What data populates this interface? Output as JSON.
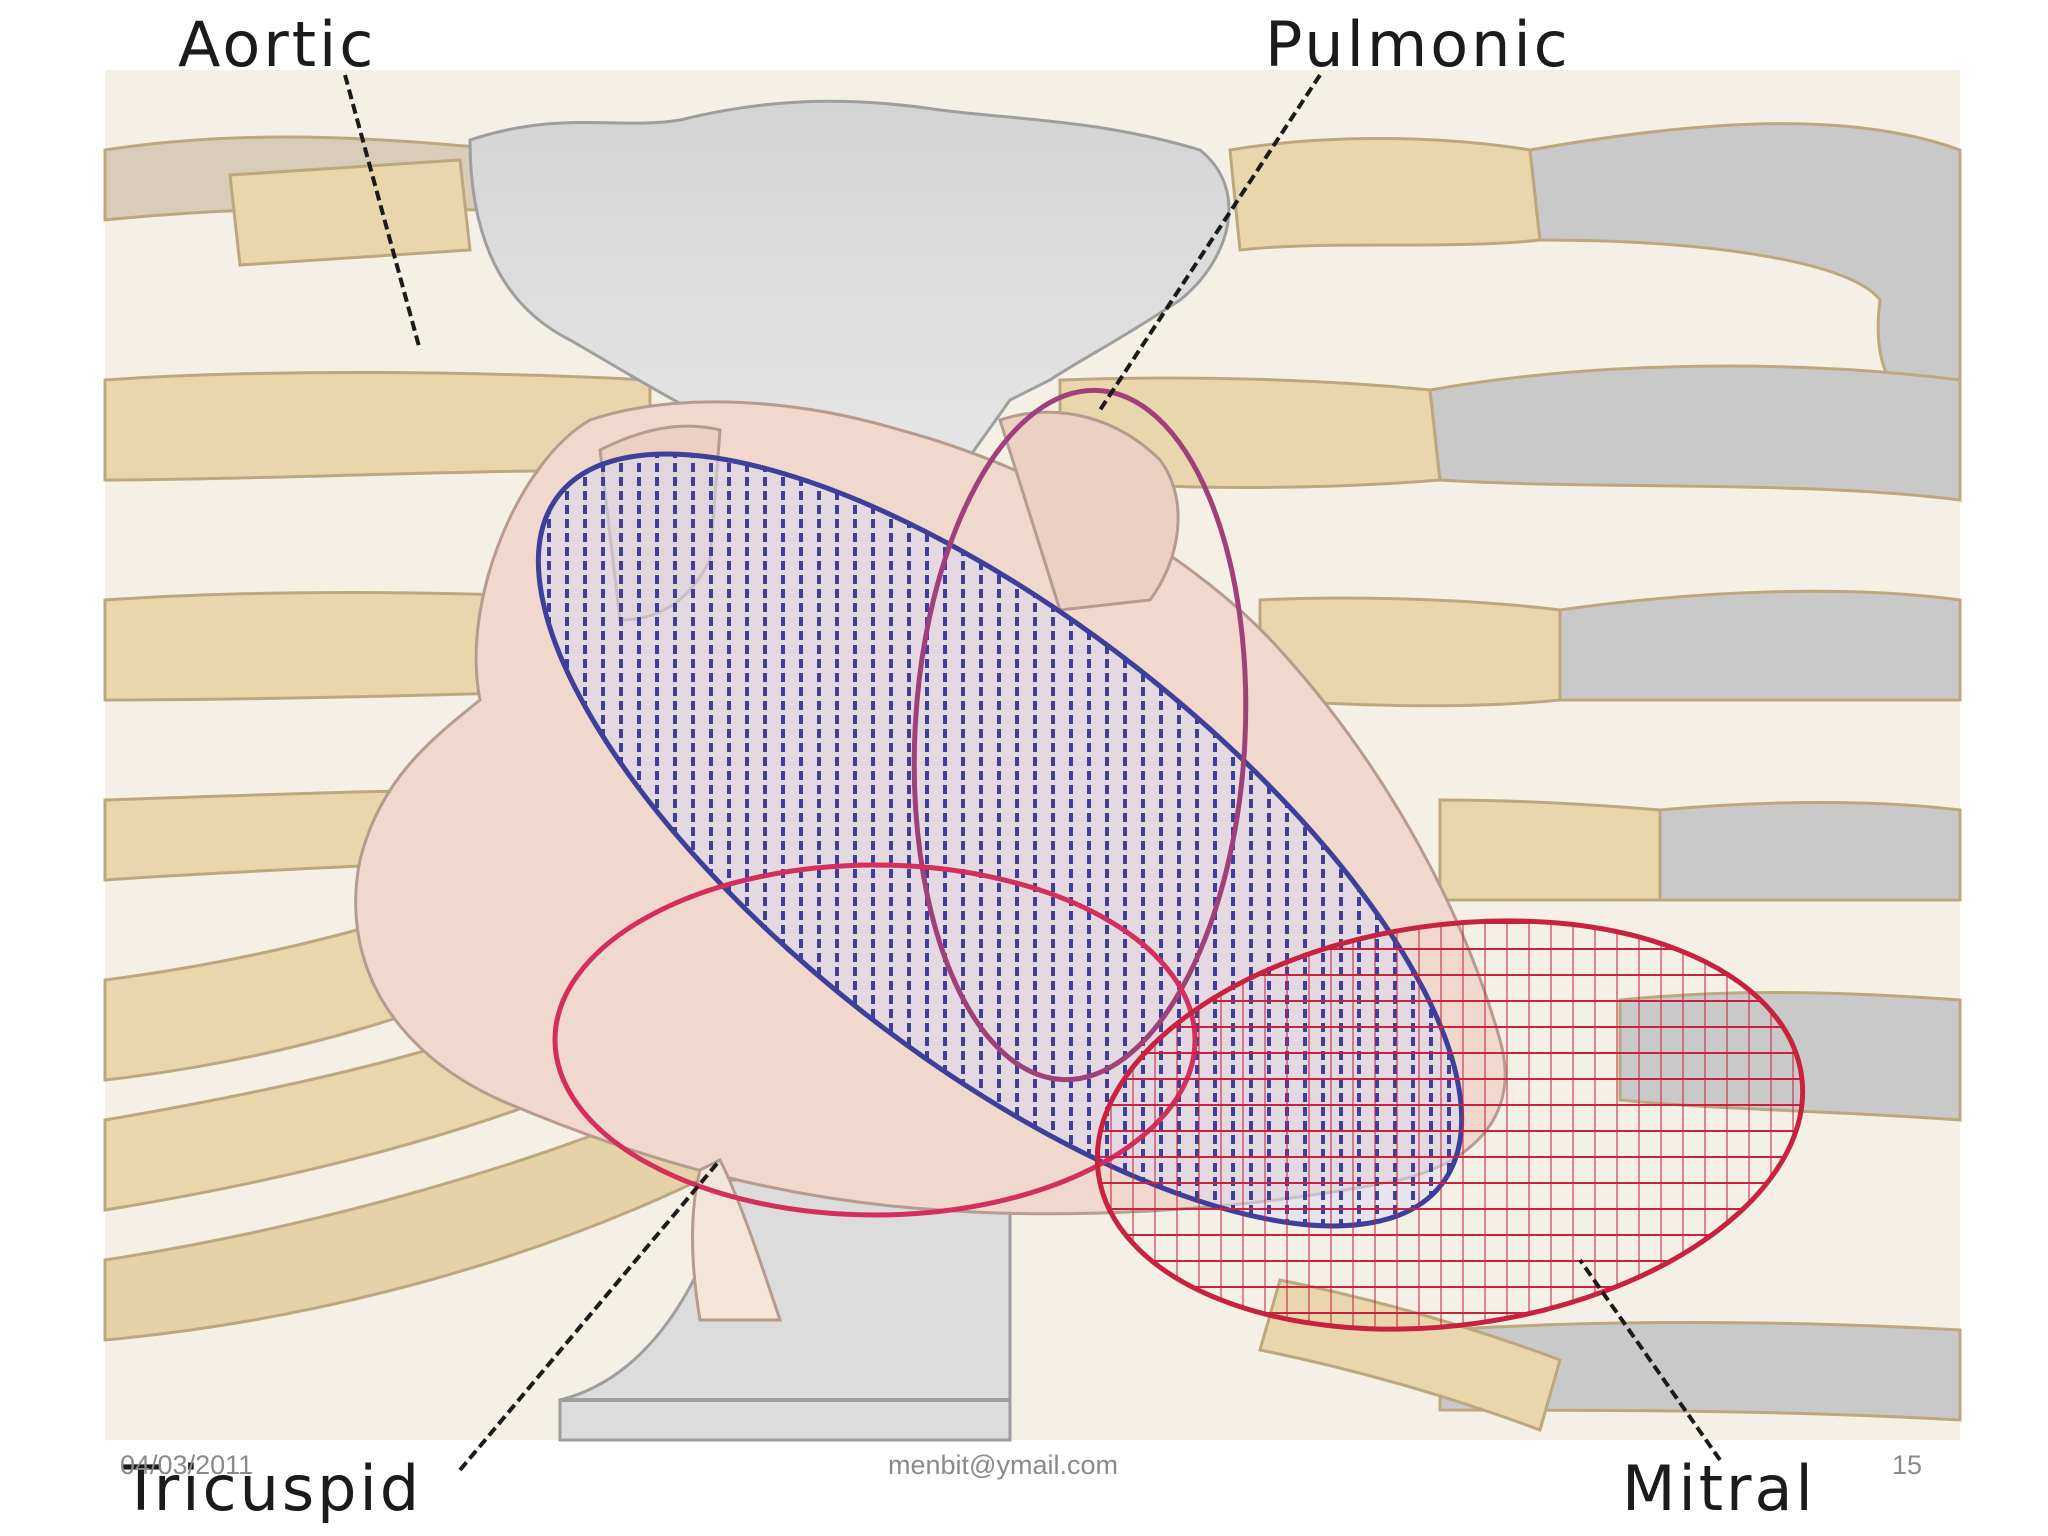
{
  "labels": {
    "aortic": "Aortic",
    "pulmonic": "Pulmonic",
    "tricuspid": "Tricuspid",
    "mitral": "Mitral"
  },
  "footer": {
    "date": "04/03/2011",
    "email": "menbit@ymail.com",
    "page": "15"
  },
  "colors": {
    "aortic_area": "#3d3f9a",
    "pulmonic_area": "#a0407a",
    "tricuspid_area": "#d42f5c",
    "mitral_area": "#c8223e",
    "rib_cartilage": "#e9d6ad",
    "rib_bone": "#c9c9c9",
    "heart": "#f1d8cc"
  }
}
